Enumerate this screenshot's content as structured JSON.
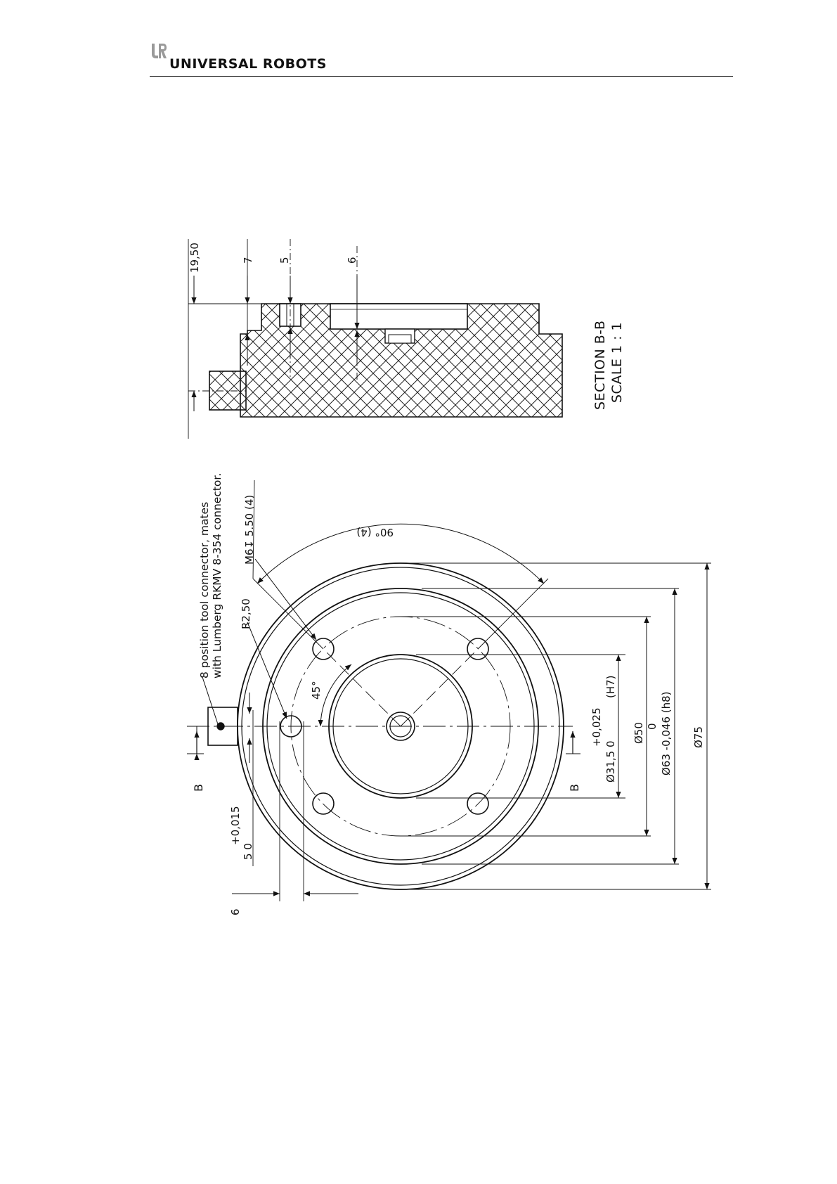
{
  "header": {
    "logo_icon": "ur-logo-icon",
    "brand": "UNIVERSAL ROBOTS"
  },
  "section_view": {
    "title": "SECTION B-B",
    "scale": "SCALE 1 : 1",
    "dims": {
      "total_height": "19,50",
      "d7": "7",
      "d5": "5",
      "d6": "6"
    }
  },
  "plan_view": {
    "connector_note": {
      "line1": "8 position tool connector, mates",
      "line2": "with Lumberg RKMV 8-354 connector."
    },
    "thread_note": "M6↧ 5.50 (4)",
    "angle_90": "90° (4)",
    "radius": "R2,50",
    "angle_45": "45°",
    "section_marker": "B",
    "pin_tol_plus": "+0,015",
    "pin_tol_base": "5 0",
    "pin_offset": "6",
    "d31_tol_plus": "+0,025",
    "d31_main": "Ø31,5 0",
    "d31_fit": "(H7)",
    "d50": "Ø50",
    "d63_zero": "0",
    "d63": "Ø63 -0,046 (h8)",
    "d75": "Ø75"
  }
}
